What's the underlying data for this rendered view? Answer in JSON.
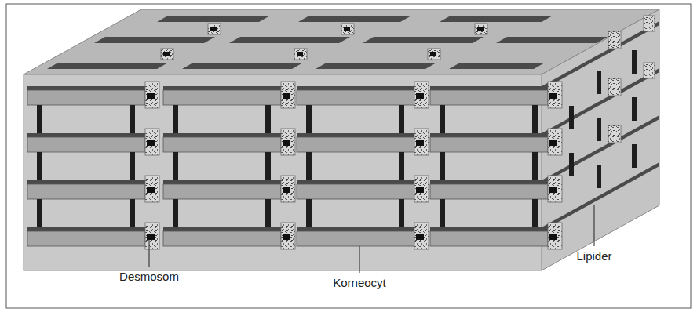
{
  "diagram": {
    "labels": [
      "Desmosom",
      "Korneocyt",
      "Lipider"
    ]
  }
}
